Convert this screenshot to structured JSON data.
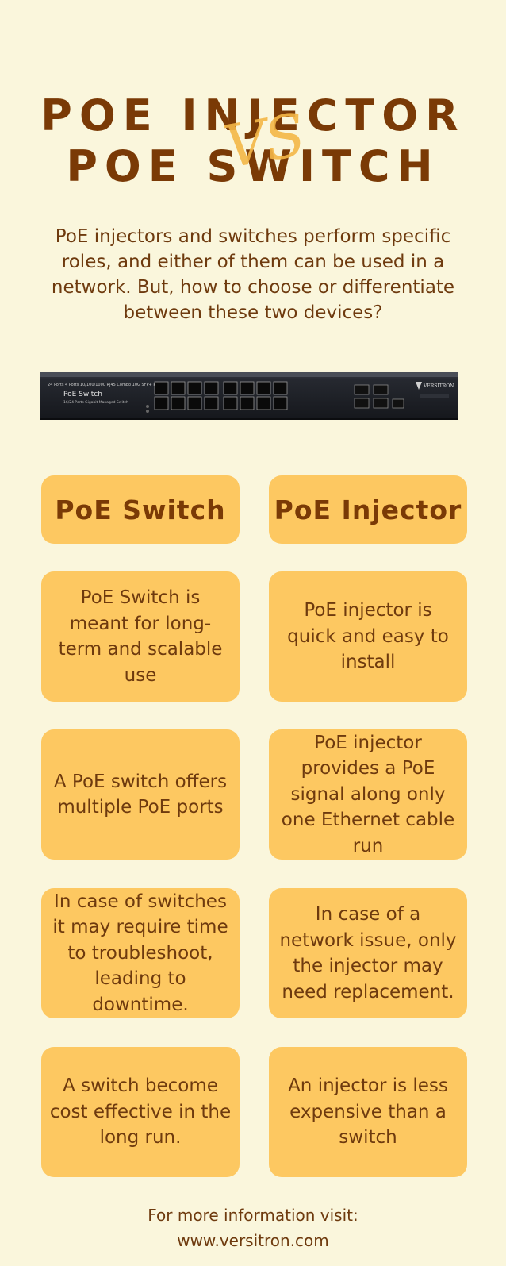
{
  "title": {
    "line1": "POE INJECTOR",
    "vs": "VS",
    "line2": "POE SWITCH"
  },
  "intro": "PoE injectors and switches perform specific roles, and either of them can be used in a network. But, how to choose or differentiate between these two devices?",
  "device": {
    "top_label": "24 Ports 4 Ports 10/100/1000 RJ45 Combo 10G SFP+ PoE",
    "model_name": "PoE Switch",
    "model_sub": "16/24 Ports Gigabit Managed Switch",
    "brand": "VERSITRON"
  },
  "columns": {
    "switch_header": "PoE Switch",
    "injector_header": "PoE Injector"
  },
  "comparisons": [
    {
      "switch": "PoE Switch is meant for long-term and scalable use",
      "injector": "PoE injector is quick and easy to install"
    },
    {
      "switch": "A PoE switch offers multiple PoE ports",
      "injector": "PoE injector provides a PoE signal along only one Ethernet cable run"
    },
    {
      "switch": "In case of switches it may require time to troubleshoot, leading to downtime.",
      "injector": "In case of a network issue, only the injector may need replacement."
    },
    {
      "switch": "A switch become cost effective in the long run.",
      "injector": "An injector is less expensive than a switch"
    }
  ],
  "footer": {
    "line1": "For more information visit:",
    "line2": "www.versitron.com"
  },
  "colors": {
    "background": "#faf6dc",
    "card": "#fdc861",
    "title": "#7a3a06",
    "vs_accent": "#f4b747",
    "text": "#6e3a0e"
  }
}
